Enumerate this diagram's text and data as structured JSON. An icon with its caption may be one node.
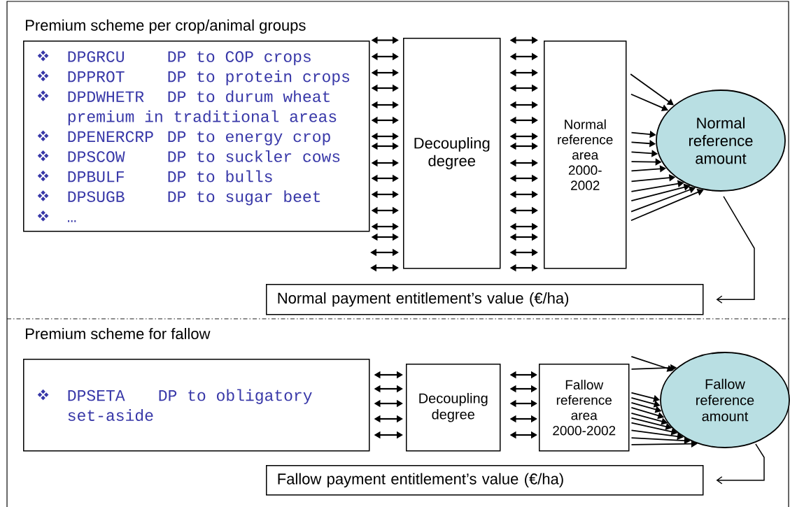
{
  "diagram": {
    "nodes": [
      {
        "text": [
          "Premium scheme per crop/animal groups",
          "DPGRCU",
          "DP to COP crops",
          "DPPROT",
          "DP to protein crops",
          "DPDWHETR",
          "DP to durum wheat premium in traditional areas",
          "DPENERCRP",
          "DP to energy crop",
          "DPSCOW",
          "DP to suckler cows",
          "DPBULF",
          "DP to bulls",
          "DPSUGB",
          "DP to sugar beet",
          "…"
        ]
      },
      {
        "text": [
          "Decoupling degree"
        ]
      },
      {
        "text": [
          "Normal reference area 2000-2002"
        ]
      },
      {
        "text": [
          "Normal reference amount"
        ]
      },
      {
        "text": [
          "Normal payment entitlement’s value (€/ha)"
        ]
      },
      {
        "text": [
          "Premium scheme for fallow",
          "DPSETA",
          "DP to obligatory set-aside"
        ]
      },
      {
        "text": [
          "Decoupling degree"
        ]
      },
      {
        "text": [
          "Fallow reference area 2000-2002"
        ]
      },
      {
        "text": [
          "Fallow reference amount"
        ]
      },
      {
        "text": [
          "Fallow payment entitlement’s value (€/ha)"
        ]
      }
    ],
    "edges": [
      {
        "from": 0,
        "to": 1,
        "arrow": "both"
      },
      {
        "from": 0,
        "to": 1,
        "arrow": "both"
      },
      {
        "from": 0,
        "to": 1,
        "arrow": "both"
      },
      {
        "from": 0,
        "to": 1,
        "arrow": "both"
      },
      {
        "from": 0,
        "to": 1,
        "arrow": "both"
      },
      {
        "from": 0,
        "to": 1,
        "arrow": "both"
      },
      {
        "from": 0,
        "to": 1,
        "arrow": "both"
      },
      {
        "from": 0,
        "to": 1,
        "arrow": "both"
      },
      {
        "from": 0,
        "to": 1,
        "arrow": "both"
      },
      {
        "from": 0,
        "to": 1,
        "arrow": "both"
      },
      {
        "from": 0,
        "to": 1,
        "arrow": "both"
      },
      {
        "from": 0,
        "to": 1,
        "arrow": "both"
      },
      {
        "from": 0,
        "to": 1,
        "arrow": "both"
      },
      {
        "from": 0,
        "to": 1,
        "arrow": "both"
      },
      {
        "from": null,
        "to": 1,
        "arrow": "both"
      },
      {
        "from": null,
        "to": 1,
        "arrow": "both"
      },
      {
        "from": 1,
        "to": 2,
        "arrow": "both"
      },
      {
        "from": 1,
        "to": 2,
        "arrow": "both"
      },
      {
        "from": 1,
        "to": 2,
        "arrow": "both"
      },
      {
        "from": 1,
        "to": 2,
        "arrow": "both"
      },
      {
        "from": 1,
        "to": 2,
        "arrow": "both"
      },
      {
        "from": 1,
        "to": 2,
        "arrow": "both"
      },
      {
        "from": 1,
        "to": 2,
        "arrow": "both"
      },
      {
        "from": 1,
        "to": 2,
        "arrow": "both"
      },
      {
        "from": 1,
        "to": 2,
        "arrow": "both"
      },
      {
        "from": 1,
        "to": 2,
        "arrow": "both"
      },
      {
        "from": 1,
        "to": 2,
        "arrow": "both"
      },
      {
        "from": 1,
        "to": 2,
        "arrow": "both"
      },
      {
        "from": 1,
        "to": 2,
        "arrow": "both"
      },
      {
        "from": 1,
        "to": 2,
        "arrow": "both"
      },
      {
        "from": 1,
        "to": 2,
        "arrow": "both"
      },
      {
        "from": 1,
        "to": 2,
        "arrow": "both"
      },
      {
        "from": 2,
        "to": 3,
        "arrow": "to"
      },
      {
        "from": 2,
        "to": 3,
        "arrow": "to"
      },
      {
        "from": 2,
        "to": 3,
        "arrow": "to"
      },
      {
        "from": 2,
        "to": 3,
        "arrow": "to"
      },
      {
        "from": 2,
        "to": 3,
        "arrow": "to"
      },
      {
        "from": 2,
        "to": 3,
        "arrow": "to"
      },
      {
        "from": 2,
        "to": 3,
        "arrow": "to"
      },
      {
        "from": 2,
        "to": 3,
        "arrow": "to"
      },
      {
        "from": 2,
        "to": 3,
        "arrow": "to"
      },
      {
        "from": 2,
        "to": 3,
        "arrow": "to"
      },
      {
        "from": 2,
        "to": 3,
        "arrow": "to"
      },
      {
        "from": 2,
        "to": 3,
        "arrow": "to"
      },
      {
        "from": 3,
        "to": 4,
        "arrow": "to"
      },
      {
        "from": 5,
        "to": 6,
        "arrow": "both"
      },
      {
        "from": 5,
        "to": 6,
        "arrow": "both"
      },
      {
        "from": 5,
        "to": 6,
        "arrow": "both"
      },
      {
        "from": 5,
        "to": 6,
        "arrow": "both"
      },
      {
        "from": 5,
        "to": 6,
        "arrow": "both"
      },
      {
        "from": 6,
        "to": 7,
        "arrow": "both"
      },
      {
        "from": 6,
        "to": 7,
        "arrow": "both"
      },
      {
        "from": 6,
        "to": 7,
        "arrow": "both"
      },
      {
        "from": 6,
        "to": 7,
        "arrow": "both"
      },
      {
        "from": 6,
        "to": 7,
        "arrow": "both"
      },
      {
        "from": 7,
        "to": 8,
        "arrow": "to"
      },
      {
        "from": 7,
        "to": 8,
        "arrow": "to"
      },
      {
        "from": 7,
        "to": 8,
        "arrow": "to"
      },
      {
        "from": 7,
        "to": 8,
        "arrow": "to"
      },
      {
        "from": 7,
        "to": 8,
        "arrow": "to"
      },
      {
        "from": 7,
        "to": 8,
        "arrow": "to"
      },
      {
        "from": 7,
        "to": 8,
        "arrow": "to"
      },
      {
        "from": 7,
        "to": 8,
        "arrow": "to"
      },
      {
        "from": 7,
        "to": 8,
        "arrow": "to"
      },
      {
        "from": 7,
        "to": 8,
        "arrow": "to"
      },
      {
        "from": 7,
        "to": 8,
        "arrow": "to"
      },
      {
        "from": 7,
        "to": 8,
        "arrow": "to"
      },
      {
        "from": 8,
        "to": 9,
        "arrow": "to"
      }
    ]
  }
}
